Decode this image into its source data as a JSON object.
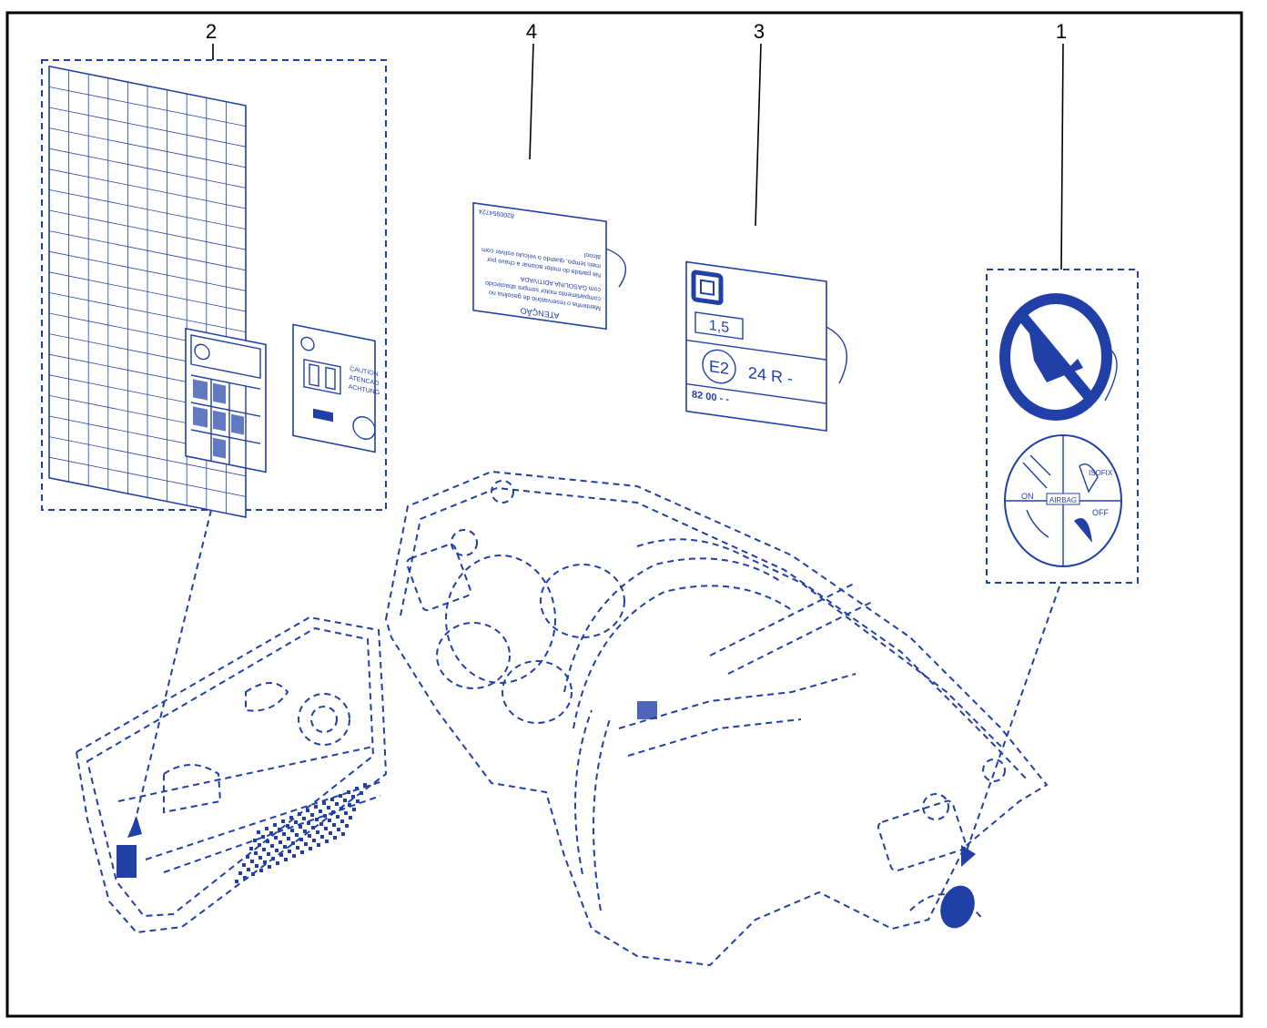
{
  "diagram": {
    "callouts": {
      "c1": "1",
      "c2": "2",
      "c3": "3",
      "c4": "4"
    },
    "label4": {
      "title": "ATENÇÃO",
      "lines": [
        "Mantenha o reservatório de gasolina no",
        "compartimento motor sempre abastecido",
        "com GASOLINA ADITIVADA",
        "",
        "Na partida do motor acionar a chave por",
        "mais tempo, quando o veículo estiver com",
        "álcool"
      ],
      "ref": "8200954724"
    },
    "label3": {
      "box": "1,5",
      "mark": "E2",
      "code": "24 R -",
      "ref": "82 00 - -"
    },
    "label1": {
      "on": "ON",
      "off": "OFF",
      "airbag": "AIRBAG",
      "isofix": "ISOFIX"
    },
    "label2": {
      "caution": "CAUTION",
      "atencao": "ATENCAO",
      "achtung": "ACHTUNG"
    },
    "colors": {
      "ink": "#2040a8",
      "frame": "#000000"
    }
  }
}
